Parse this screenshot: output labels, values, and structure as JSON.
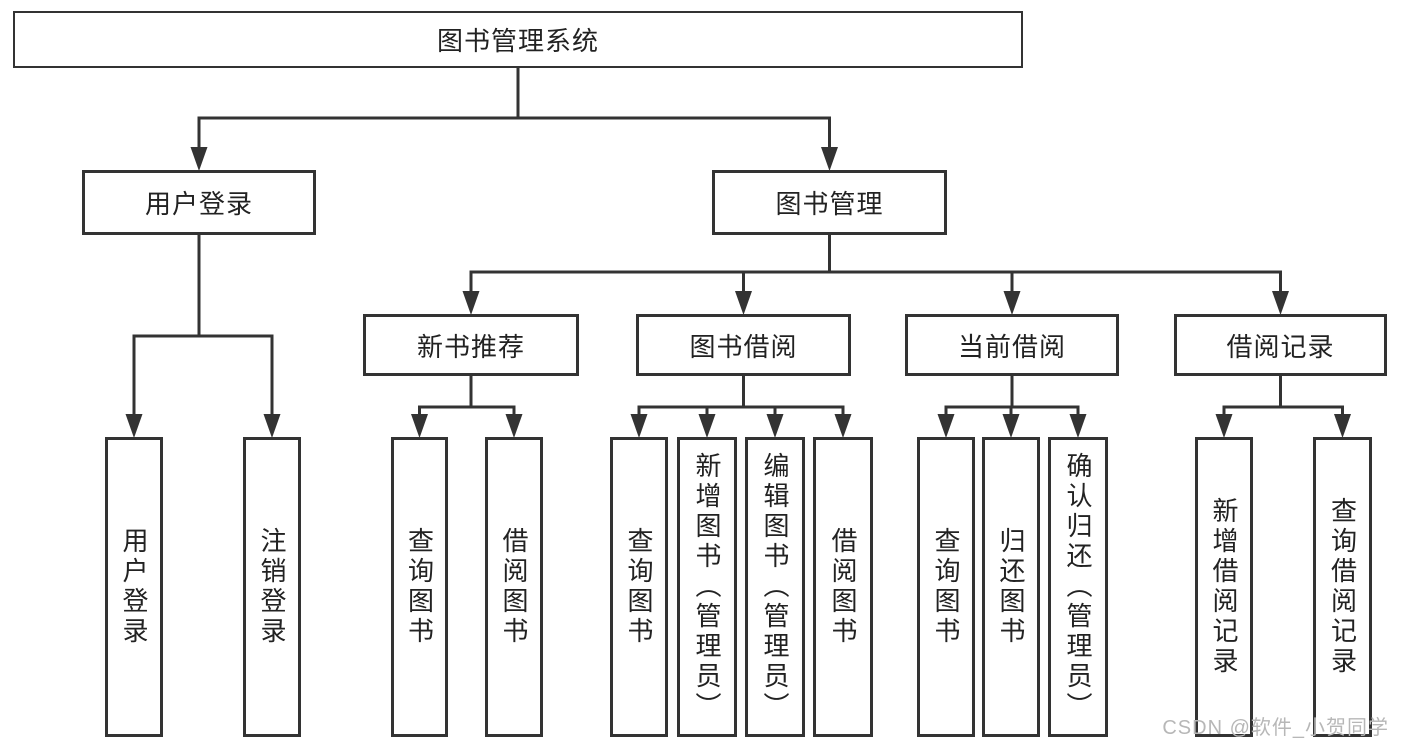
{
  "diagram": {
    "title": "图书管理系统",
    "watermark": "CSDN @软件_小贺同学",
    "colors": {
      "line": "#333333",
      "text": "#222222",
      "watermark": "#b7b7b7",
      "background": "#ffffff"
    },
    "nodes": [
      {
        "id": "root",
        "label": "图书管理系统",
        "parent": null
      },
      {
        "id": "user-login-group",
        "label": "用户登录",
        "parent": "root"
      },
      {
        "id": "book-mgmt",
        "label": "图书管理",
        "parent": "root"
      },
      {
        "id": "new-book-rec",
        "label": "新书推荐",
        "parent": "book-mgmt"
      },
      {
        "id": "book-borrow",
        "label": "图书借阅",
        "parent": "book-mgmt"
      },
      {
        "id": "current-borrow",
        "label": "当前借阅",
        "parent": "book-mgmt"
      },
      {
        "id": "borrow-records",
        "label": "借阅记录",
        "parent": "book-mgmt"
      },
      {
        "id": "user-login",
        "label": "用户登录",
        "parent": "user-login-group"
      },
      {
        "id": "logout-login",
        "label": "注销登录",
        "parent": "user-login-group"
      },
      {
        "id": "nbr-query-books",
        "label": "查询图书",
        "parent": "new-book-rec"
      },
      {
        "id": "nbr-borrow-books",
        "label": "借阅图书",
        "parent": "new-book-rec"
      },
      {
        "id": "bb-query-books",
        "label": "查询图书",
        "parent": "book-borrow"
      },
      {
        "id": "bb-add-books",
        "label": "新增图书（管理员）",
        "parent": "book-borrow"
      },
      {
        "id": "bb-edit-books",
        "label": "编辑图书（管理员）",
        "parent": "book-borrow"
      },
      {
        "id": "bb-borrow-books",
        "label": "借阅图书",
        "parent": "book-borrow"
      },
      {
        "id": "cb-query-books",
        "label": "查询图书",
        "parent": "current-borrow"
      },
      {
        "id": "cb-return-books",
        "label": "归还图书",
        "parent": "current-borrow"
      },
      {
        "id": "cb-confirm-return",
        "label": "确认归还（管理员）",
        "parent": "current-borrow"
      },
      {
        "id": "br-add-record",
        "label": "新增借阅记录",
        "parent": "borrow-records"
      },
      {
        "id": "br-query-record",
        "label": "查询借阅记录",
        "parent": "borrow-records"
      }
    ]
  }
}
